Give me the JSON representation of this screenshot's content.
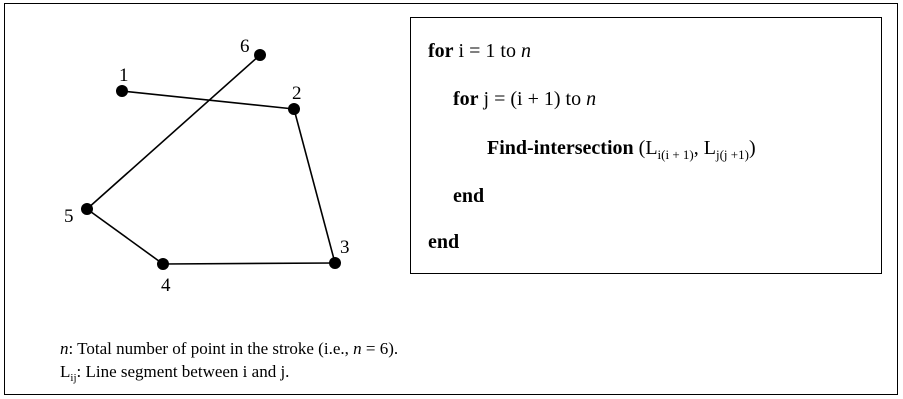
{
  "figure": {
    "nodes": [
      {
        "id": "1",
        "label": "1"
      },
      {
        "id": "2",
        "label": "2"
      },
      {
        "id": "3",
        "label": "3"
      },
      {
        "id": "4",
        "label": "4"
      },
      {
        "id": "5",
        "label": "5"
      },
      {
        "id": "6",
        "label": "6"
      }
    ],
    "edges": [
      {
        "from": "1",
        "to": "2"
      },
      {
        "from": "2",
        "to": "3"
      },
      {
        "from": "3",
        "to": "4"
      },
      {
        "from": "4",
        "to": "5"
      },
      {
        "from": "5",
        "to": "6"
      }
    ],
    "line_color": "#000000"
  },
  "code": {
    "line1": {
      "kw": "for",
      "text": " i = 1 to ",
      "var": "n"
    },
    "line2": {
      "kw": "for",
      "text": " j = (i + 1) to ",
      "var": "n"
    },
    "line3": {
      "kw": "Find-intersection",
      "open": " (L",
      "sub1": "i(i + 1)",
      "mid": ", L",
      "sub2": "j(j +1)",
      "close": ")"
    },
    "line4": {
      "kw": "end"
    },
    "line5": {
      "kw": "end"
    }
  },
  "notes": {
    "n_var": "n",
    "n_text1": ": Total number of point in the stroke (i.e., ",
    "n_var2": "n",
    "n_text2": " = 6).",
    "l_letter": "L",
    "l_sub": "ij",
    "l_text": ": Line segment between i and j."
  }
}
